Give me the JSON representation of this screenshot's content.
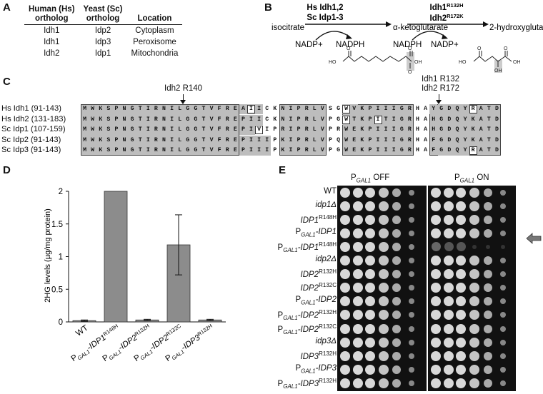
{
  "panels": {
    "a": "A",
    "b": "B",
    "c": "C",
    "d": "D",
    "e": "E"
  },
  "tableA": {
    "headers": [
      "Human (Hs)\northolog",
      "Yeast (Sc)\northolog",
      "Location"
    ],
    "header_lines": [
      [
        "Human (Hs)",
        "ortholog"
      ],
      [
        "Yeast (Sc)",
        "ortholog"
      ],
      [
        "Location"
      ]
    ],
    "rows": [
      [
        "Idh1",
        "Idp2",
        "Cytoplasm"
      ],
      [
        "Idh1",
        "Idp3",
        "Peroxisome"
      ],
      [
        "Idh2",
        "Idp1",
        "Mitochondria"
      ]
    ]
  },
  "pathway": {
    "enzyme1_line1": "Hs Idh1,2",
    "enzyme1_line2": "Sc Idp1-3",
    "enzyme2_line1": "Idh1",
    "enzyme2_line1_sup": "R132H",
    "enzyme2_line2": "Idh2",
    "enzyme2_line2_sup": "R172K",
    "substrate": "isocitrate",
    "intermediate": "α-ketoglutarate",
    "product": "2-hydroxyglutarate",
    "cofactor1_in": "NADP+",
    "cofactor1_out": "NADPH",
    "cofactor2_in": "NADPH",
    "cofactor2_out": "NADP+"
  },
  "alignment": {
    "marker1": "Idh2 R140",
    "marker2_line1": "Idh1 R132",
    "marker2_line2": "Idh2 R172",
    "rows": [
      {
        "label": "Hs Idh1 (91-143)",
        "seq": "MWKSPNGTIRNILGGTVFREAIICKNIPRLVSGWVKPIIIGRHAYGDQYRATD"
      },
      {
        "label": "Hs Idh2 (131-183)",
        "seq": "MWKSPNGTIRNILGGTVFREPIICKNIPRLVPGWTKPITIGRHAHGDQYKATD"
      },
      {
        "label": "Sc Idp1 (107-159)",
        "seq": "MWKSPNGTIRNILGGTVFREPIVIPRIPRLVPRWEKPIIIGRHAHGDQYKATD"
      },
      {
        "label": "Sc Idp2 (91-143)",
        "seq": "MWKSPNGTIRNILGGTVFREPIIIPKIPRLVPQWEKPIIIGRHAFGDQYKATD"
      },
      {
        "label": "Sc Idp3 (91-143)",
        "seq": "MWKSPNGTIRNILGGTVFREPIIIPKIPRLVPGWEKPIIIGRHAFGDQYRATD"
      }
    ]
  },
  "chart_data": {
    "type": "bar",
    "ylabel": "2HG levels (µg/mg protein)",
    "ylim": [
      0,
      2
    ],
    "yticks": [
      "0",
      "0.5",
      "1",
      "1.5",
      "2"
    ],
    "ytick_values": [
      0,
      0.5,
      1,
      1.5,
      2
    ],
    "categories": [
      {
        "main": "WT",
        "sub": "",
        "gene": "",
        "sup": ""
      },
      {
        "main": "P",
        "sub": "GAL1",
        "gene": "-IDP1",
        "sup": "R148H"
      },
      {
        "main": "P",
        "sub": "GAL1",
        "gene": "-IDP2",
        "sup": "R132H"
      },
      {
        "main": "P",
        "sub": "GAL1",
        "gene": "-IDP2",
        "sup": "R132C"
      },
      {
        "main": "P",
        "sub": "GAL1",
        "gene": "-IDP3",
        "sup": "R132H"
      }
    ],
    "values": [
      0.02,
      2.0,
      0.03,
      1.18,
      0.03
    ],
    "errors": [
      0.01,
      0.0,
      0.01,
      0.46,
      0.01
    ]
  },
  "spots": {
    "col_off_main": "P",
    "col_off_sub": "GAL1",
    "col_off_tail": " OFF",
    "col_on_main": "P",
    "col_on_sub": "GAL1",
    "col_on_tail": " ON",
    "rows": [
      {
        "pre": "",
        "gene": "WT",
        "italic": false,
        "sup": ""
      },
      {
        "pre": "",
        "gene": "idp1Δ",
        "italic": true,
        "sup": ""
      },
      {
        "pre": "",
        "gene": "IDP1",
        "italic": true,
        "sup": "R148H"
      },
      {
        "pre": "P",
        "gene": "-IDP1",
        "italic": true,
        "sup": "",
        "gal": true
      },
      {
        "pre": "P",
        "gene": "-IDP1",
        "italic": true,
        "sup": "R148H",
        "gal": true
      },
      {
        "pre": "",
        "gene": "idp2Δ",
        "italic": true,
        "sup": ""
      },
      {
        "pre": "",
        "gene": "IDP2",
        "italic": true,
        "sup": "R132H"
      },
      {
        "pre": "",
        "gene": "IDP2",
        "italic": true,
        "sup": "R132C"
      },
      {
        "pre": "P",
        "gene": "-IDP2",
        "italic": true,
        "sup": "",
        "gal": true
      },
      {
        "pre": "P",
        "gene": "-IDP2",
        "italic": true,
        "sup": "R132H",
        "gal": true
      },
      {
        "pre": "P",
        "gene": "-IDP2",
        "italic": true,
        "sup": "R132C",
        "gal": true
      },
      {
        "pre": "",
        "gene": "idp3Δ",
        "italic": true,
        "sup": ""
      },
      {
        "pre": "",
        "gene": "IDP3",
        "italic": true,
        "sup": "R132H"
      },
      {
        "pre": "P",
        "gene": "-IDP3",
        "italic": true,
        "sup": "",
        "gal": true
      },
      {
        "pre": "P",
        "gene": "-IDP3",
        "italic": true,
        "sup": "R132H",
        "gal": true
      }
    ],
    "gal_sub": "GAL1"
  }
}
